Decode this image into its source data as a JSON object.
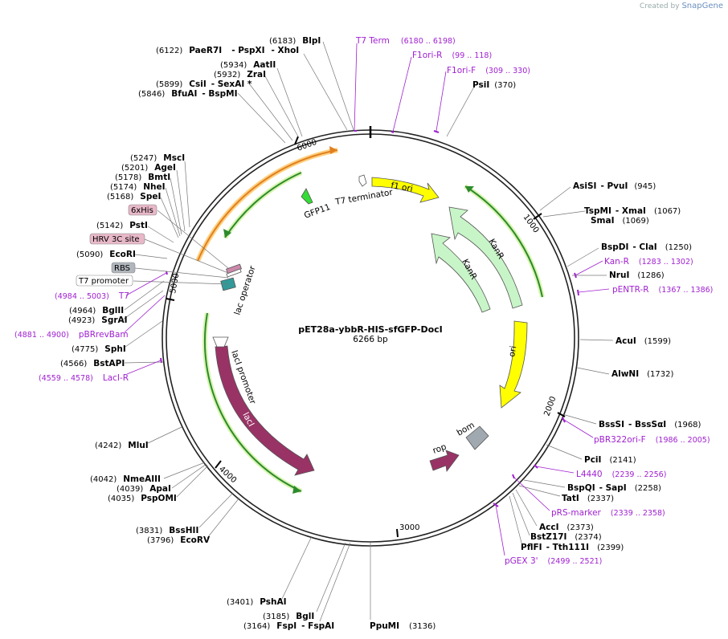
{
  "credit": {
    "prefix": "Created by",
    "brand": "SnapGene"
  },
  "plasmid": {
    "name": "pET28a-ybbR-HIS-sfGFP-DocI",
    "size": "6266 bp"
  },
  "ticks": [
    "1000",
    "2000",
    "3000",
    "4000",
    "5000",
    "6000"
  ],
  "right_sites": [
    {
      "names": [
        "AsiSI",
        "PvuI"
      ],
      "pos": "(945)"
    },
    {
      "names": [
        "TspMI",
        "XmaI"
      ],
      "pos": "(1067)"
    },
    {
      "names": [
        "SmaI"
      ],
      "pos": "(1069)"
    },
    {
      "names": [
        "BspDI",
        "ClaI"
      ],
      "pos": "(1250)"
    },
    {
      "names": [
        "NruI"
      ],
      "pos": "(1286)"
    },
    {
      "names": [
        "AcuI"
      ],
      "pos": "(1599)"
    },
    {
      "names": [
        "AlwNI"
      ],
      "pos": "(1732)"
    },
    {
      "names": [
        "BssSI",
        "BssSαI"
      ],
      "pos": "(1968)"
    },
    {
      "names": [
        "PciI"
      ],
      "pos": "(2141)"
    },
    {
      "names": [
        "BspQI",
        "SapI"
      ],
      "pos": "(2258)"
    },
    {
      "names": [
        "TatI"
      ],
      "pos": "(2337)"
    },
    {
      "names": [
        "AccI"
      ],
      "pos": "(2373)"
    },
    {
      "names": [
        "BstZ17I"
      ],
      "pos": "(2374)"
    },
    {
      "names": [
        "PflFI",
        "Tth111I"
      ],
      "pos": "(2399)"
    },
    {
      "names": [
        "PsiI"
      ],
      "pos": "(370)"
    }
  ],
  "right_primers": [
    {
      "name": "Kan-R",
      "pos": "(1283 .. 1302)"
    },
    {
      "name": "pENTR-R",
      "pos": "(1367 .. 1386)"
    },
    {
      "name": "pBR322ori-F",
      "pos": "(1986 .. 2005)"
    },
    {
      "name": "L4440",
      "pos": "(2239 .. 2256)"
    },
    {
      "name": "pRS-marker",
      "pos": "(2339 .. 2358)"
    },
    {
      "name": "pGEX 3'",
      "pos": "(2499 .. 2521)"
    },
    {
      "name": "F1ori-R",
      "pos": "(99 .. 118)"
    },
    {
      "name": "F1ori-F",
      "pos": "(309 .. 330)"
    },
    {
      "name": "T7 Term",
      "pos": "(6180 .. 6198)"
    }
  ],
  "top_left_sites": [
    {
      "names": [
        "BlpI"
      ],
      "pos": "(6183)"
    },
    {
      "names": [
        "PaeR7I",
        "PspXI",
        "XhoI"
      ],
      "pos": "(6122)"
    },
    {
      "names": [
        "AatII"
      ],
      "pos": "(5934)"
    },
    {
      "names": [
        "ZraI"
      ],
      "pos": "(5932)"
    },
    {
      "names": [
        "CsiI",
        "SexAI *"
      ],
      "pos": "(5899)"
    },
    {
      "names": [
        "BfuAI",
        "BspMI"
      ],
      "pos": "(5846)"
    }
  ],
  "left_sites": [
    {
      "names": [
        "MscI"
      ],
      "pos": "(5247)"
    },
    {
      "names": [
        "AgeI"
      ],
      "pos": "(5201)"
    },
    {
      "names": [
        "BmtI"
      ],
      "pos": "(5178)"
    },
    {
      "names": [
        "NheI"
      ],
      "pos": "(5174)"
    },
    {
      "names": [
        "SpeI"
      ],
      "pos": "(5168)"
    },
    {
      "names": [
        "PstI"
      ],
      "pos": "(5142)"
    },
    {
      "names": [
        "EcoRI"
      ],
      "pos": "(5090)"
    },
    {
      "names": [
        "BglII"
      ],
      "pos": "(4964)"
    },
    {
      "names": [
        "SgrAI"
      ],
      "pos": "(4923)"
    },
    {
      "names": [
        "SphI"
      ],
      "pos": "(4775)"
    },
    {
      "names": [
        "BstAPI"
      ],
      "pos": "(4566)"
    },
    {
      "names": [
        "MluI"
      ],
      "pos": "(4242)"
    },
    {
      "names": [
        "NmeAIII"
      ],
      "pos": "(4042)"
    },
    {
      "names": [
        "ApaI"
      ],
      "pos": "(4039)"
    },
    {
      "names": [
        "PspOMI"
      ],
      "pos": "(4035)"
    },
    {
      "names": [
        "BssHII"
      ],
      "pos": "(3831)"
    },
    {
      "names": [
        "EcoRV"
      ],
      "pos": "(3796)"
    }
  ],
  "left_primers": [
    {
      "name": "T7",
      "pos": "(4984 .. 5003)"
    },
    {
      "name": "pBRrevBam",
      "pos": "(4881 .. 4900)"
    },
    {
      "name": "LacI-R",
      "pos": "(4559 .. 4578)"
    }
  ],
  "left_boxes": [
    "6xHis",
    "HRV 3C site",
    "RBS",
    "T7 promoter"
  ],
  "bottom_sites": [
    {
      "names": [
        "PshAI"
      ],
      "pos": "(3401)"
    },
    {
      "names": [
        "BglI"
      ],
      "pos": "(3185)"
    },
    {
      "names": [
        "FspI",
        "FspAI"
      ],
      "pos": "(3164)"
    },
    {
      "names": [
        "PpuMI"
      ],
      "pos": "(3136)"
    }
  ],
  "features": {
    "f1_ori": "f1 ori",
    "t7_terminator": "T7 terminator",
    "gfp11": "GFP11",
    "kanr_1": "KanR",
    "kanr_2": "KanR",
    "ori": "ori",
    "bom": "bom",
    "rop": "rop",
    "laci": "lacI",
    "laci_promoter": "lacI promoter",
    "lac_operator": "lac operator"
  },
  "colors": {
    "f1_ori": "#ffff00",
    "ori": "#ffff00",
    "kanr": "#c8f5c8",
    "laci": "#993366",
    "rop": "#993366",
    "bom": "#a0a8b0",
    "gfp11": "#33dd33",
    "primer": "#a020d0",
    "orf_green": "#2d8a2d",
    "orf_orange": "#e08020"
  }
}
